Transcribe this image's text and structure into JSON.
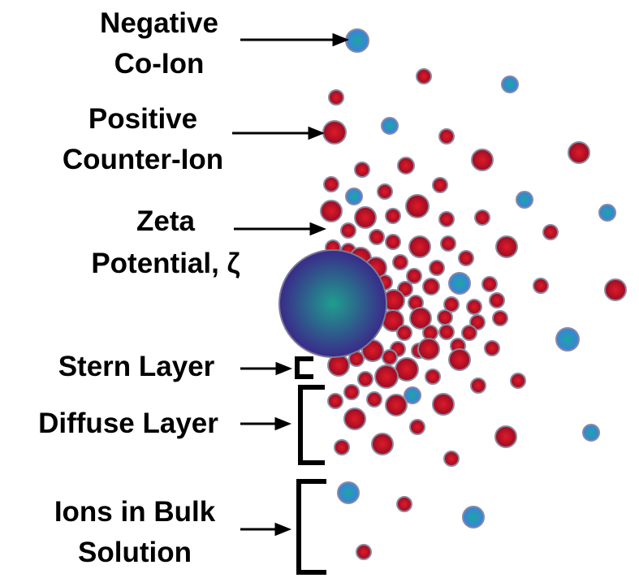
{
  "labels": {
    "negative_coion": [
      "Negative",
      "Co-Ion"
    ],
    "positive_counterion": [
      "Positive",
      "Counter-Ion"
    ],
    "zeta_potential": [
      "Zeta",
      "Potential, ζ"
    ],
    "stern_layer": "Stern Layer",
    "diffuse_layer": "Diffuse Layer",
    "bulk_solution": [
      "Ions in Bulk",
      "Solution"
    ]
  },
  "colors": {
    "counter_ion": "#c41230",
    "co_ion": "#2f86d8",
    "particle_center": "#1f9e8f",
    "particle_edge": "#3a2a8a",
    "ion_outline": "#8a8aa0",
    "text": "#000000"
  }
}
